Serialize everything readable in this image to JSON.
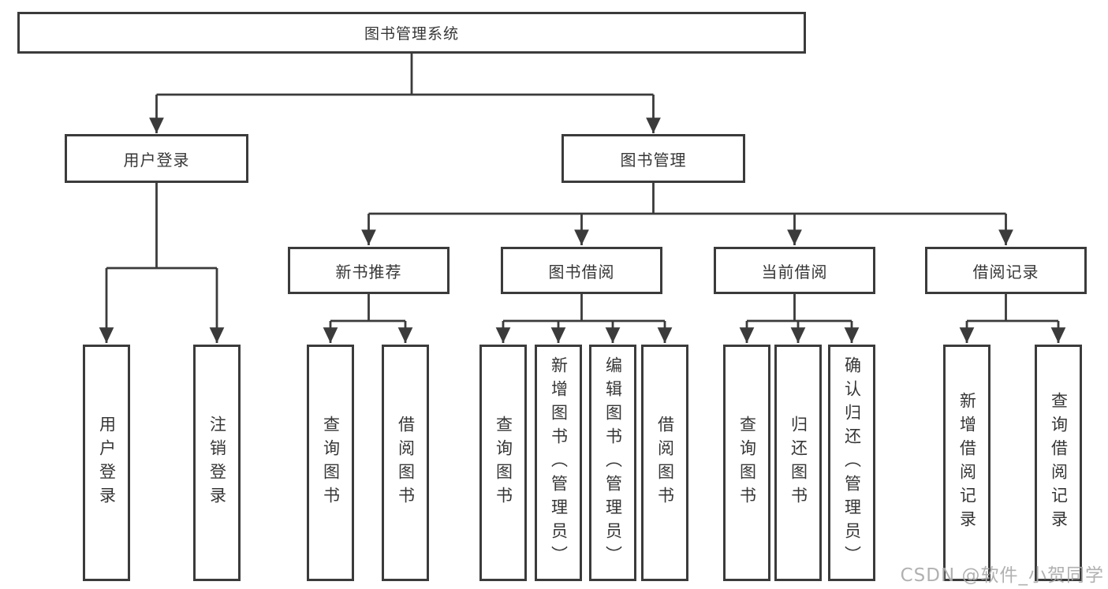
{
  "tree": {
    "root": {
      "label": "图书管理系统"
    },
    "branches": [
      {
        "label": "用户登录",
        "children": [
          "用户登录",
          "注销登录"
        ]
      },
      {
        "label": "图书管理",
        "groups": [
          {
            "label": "新书推荐",
            "children": [
              "查询图书",
              "借阅图书"
            ]
          },
          {
            "label": "图书借阅",
            "children": [
              "查询图书",
              "新增图书（管理员）",
              "编辑图书（管理员）",
              "借阅图书"
            ]
          },
          {
            "label": "当前借阅",
            "children": [
              "查询图书",
              "归还图书",
              "确认归还（管理员）"
            ]
          },
          {
            "label": "借阅记录",
            "children": [
              "新增借阅记录",
              "查询借阅记录"
            ]
          }
        ]
      }
    ]
  },
  "watermark": "CSDN @软件_小贺同学",
  "colors": {
    "line": "#3b3b3b",
    "text": "#363636",
    "watermark": "#ababab",
    "background": "#ffffff"
  }
}
